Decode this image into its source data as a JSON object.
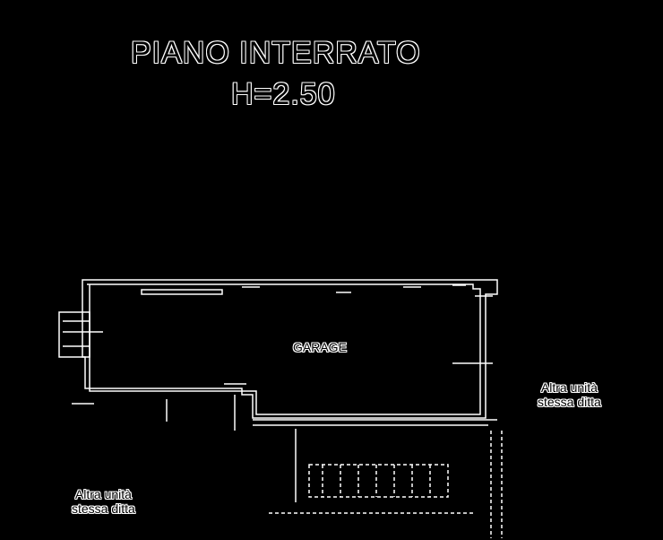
{
  "drawing": {
    "title_line1": "PIANO INTERRATO",
    "title_line2": "H=2.50",
    "room_label": "GARAGE",
    "note_right_line1": "Altra unità",
    "note_right_line2": "stessa ditta",
    "note_left_line1": "Altra unità",
    "note_left_line2": "stessa ditta"
  },
  "colors": {
    "background": "#000000",
    "linework": "#ffffff"
  }
}
